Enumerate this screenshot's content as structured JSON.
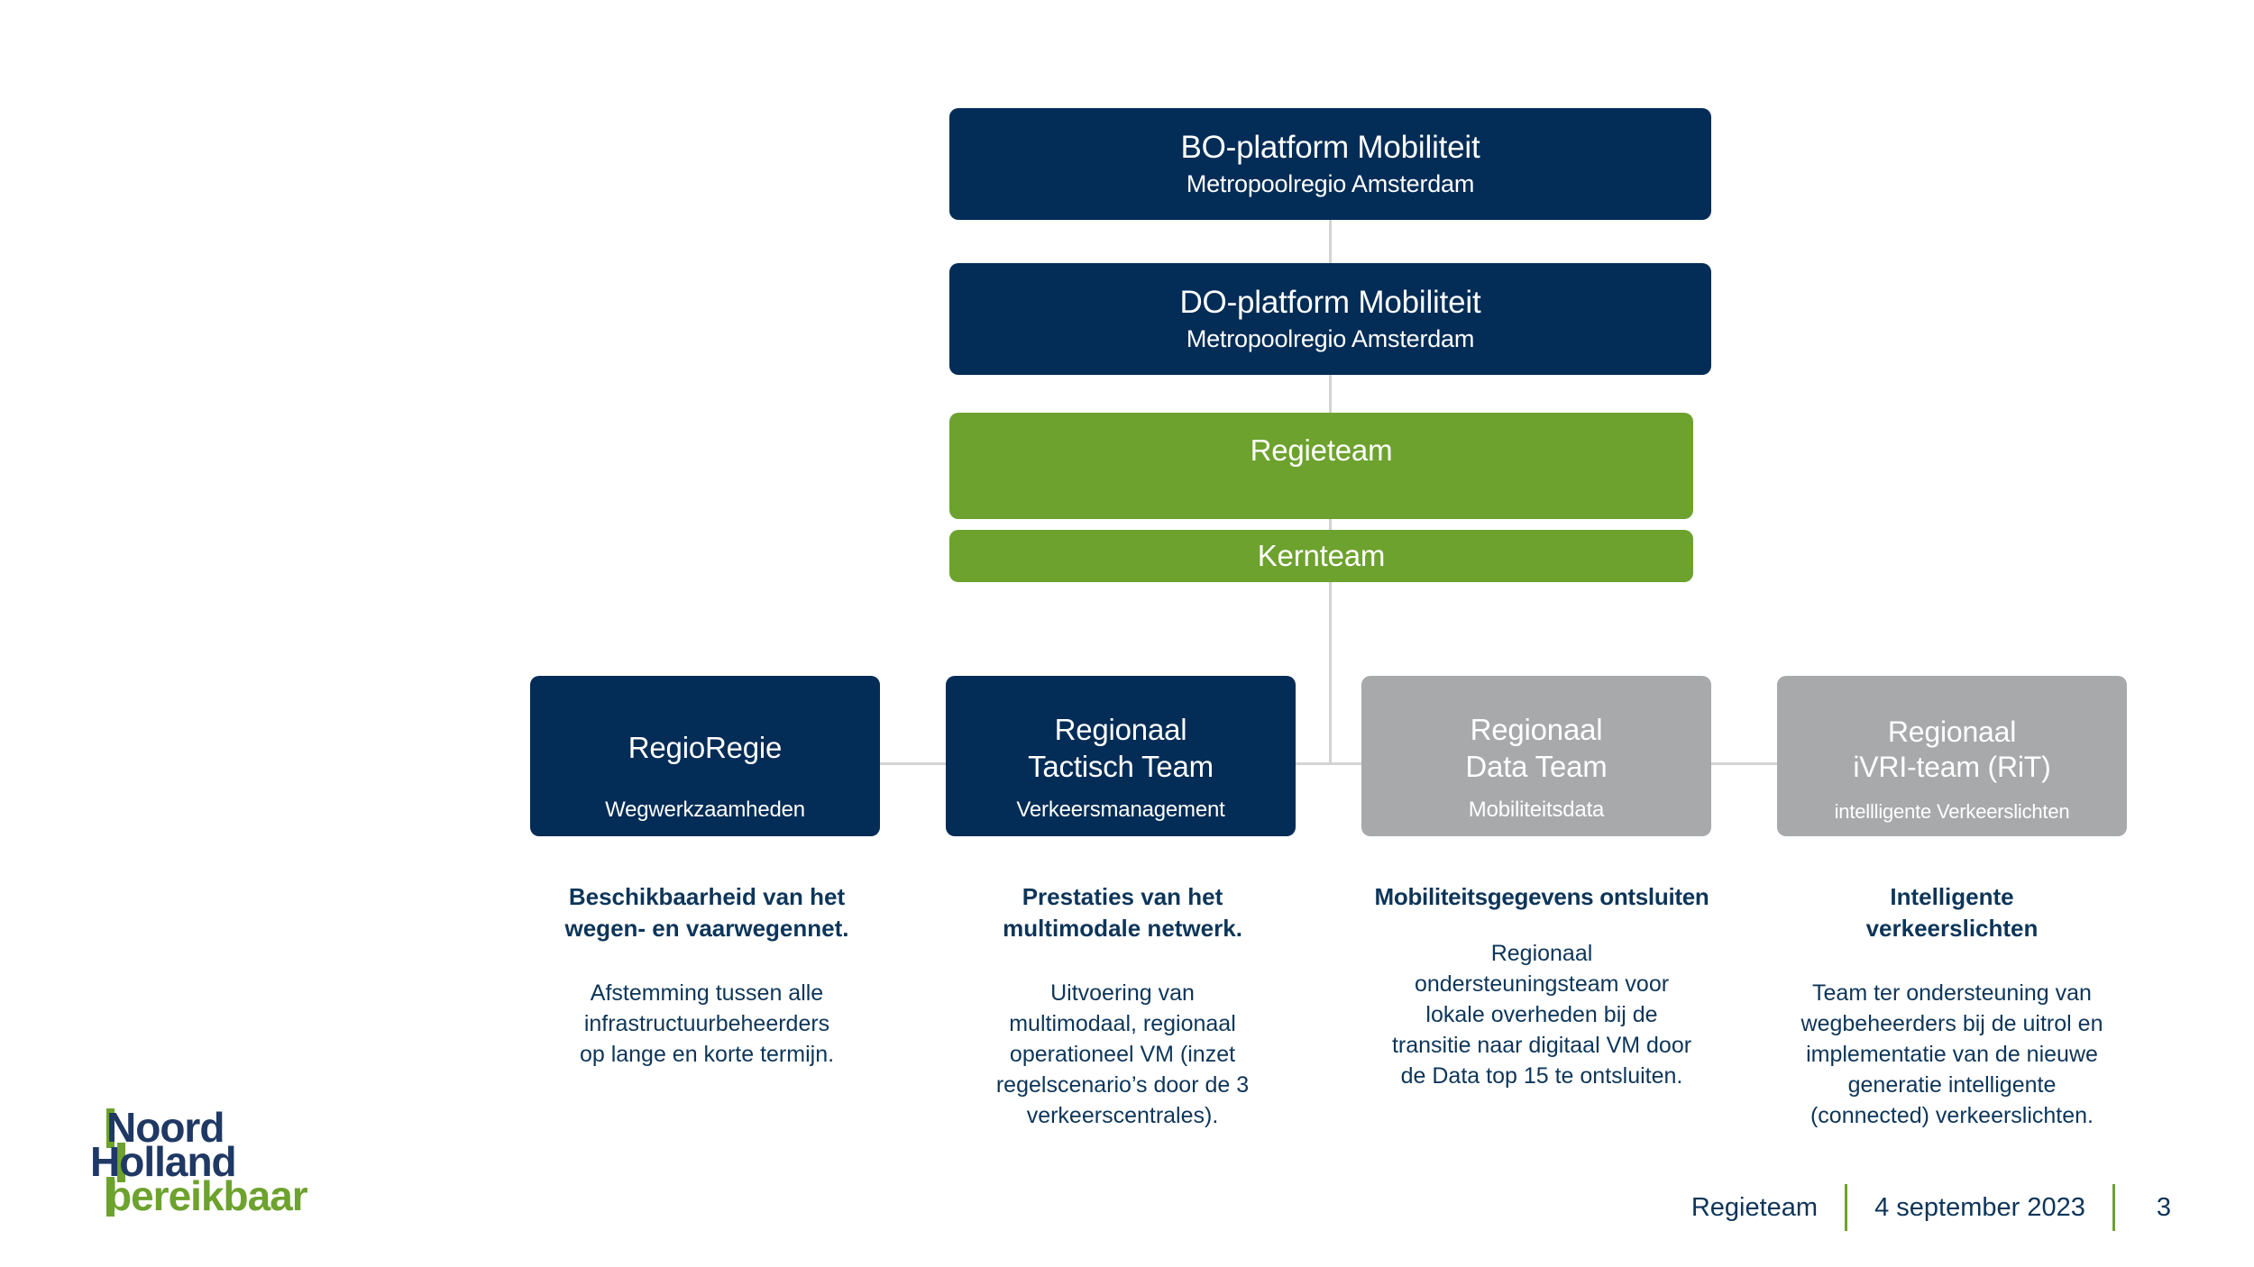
{
  "colors": {
    "navy": "#032c56",
    "green": "#6da22e",
    "grey": "#a7a9ab",
    "connector": "#d4d4d4",
    "text_navy": "#0d3559"
  },
  "chart_data": {
    "type": "diagram",
    "title": "Regieteam organisatiestructuur",
    "nodes": [
      {
        "id": "bo",
        "title": "BO-platform Mobiliteit",
        "subtitle": "Metropoolregio Amsterdam",
        "color": "navy",
        "level": 0
      },
      {
        "id": "do",
        "title": "DO-platform Mobiliteit",
        "subtitle": "Metropoolregio Amsterdam",
        "color": "navy",
        "level": 1
      },
      {
        "id": "regieteam",
        "title": "Regieteam",
        "subtitle": "",
        "color": "green",
        "level": 2
      },
      {
        "id": "kernteam",
        "title": "Kernteam",
        "subtitle": "",
        "color": "green",
        "level": 3
      },
      {
        "id": "regioregie",
        "title": "RegioRegie",
        "subtitle": "Wegwerkzaamheden",
        "color": "navy",
        "level": 4
      },
      {
        "id": "rtt",
        "title": "Regionaal\nTactisch Team",
        "subtitle": "Verkeersmanagement",
        "color": "navy",
        "level": 4
      },
      {
        "id": "rdt",
        "title": "Regionaal\nData Team",
        "subtitle": "Mobiliteitsdata",
        "color": "grey",
        "level": 4
      },
      {
        "id": "rit",
        "title": "Regionaal\niVRI-team (RiT)",
        "subtitle": "intellligente Verkeerslichten",
        "color": "grey",
        "level": 4
      }
    ],
    "edges": [
      {
        "from": "bo",
        "to": "do"
      },
      {
        "from": "do",
        "to": "regieteam"
      },
      {
        "from": "regieteam",
        "to": "kernteam"
      },
      {
        "from": "kernteam",
        "to": "regioregie"
      },
      {
        "from": "kernteam",
        "to": "rtt"
      },
      {
        "from": "kernteam",
        "to": "rdt"
      },
      {
        "from": "kernteam",
        "to": "rit"
      }
    ]
  },
  "nodes": {
    "bo": {
      "title": "BO-platform Mobiliteit",
      "subtitle": "Metropoolregio Amsterdam"
    },
    "do": {
      "title": "DO-platform Mobiliteit",
      "subtitle": "Metropoolregio Amsterdam"
    },
    "regieteam": {
      "title": "Regieteam"
    },
    "kernteam": {
      "title": "Kernteam"
    }
  },
  "leaves": [
    {
      "title": "RegioRegie",
      "subtitle": "Wegwerkzaamheden"
    },
    {
      "title": "Regionaal\nTactisch Team",
      "subtitle": "Verkeersmanagement"
    },
    {
      "title": "Regionaal\nData Team",
      "subtitle": "Mobiliteitsdata"
    },
    {
      "title": "Regionaal\niVRI-team (RiT)",
      "subtitle": "intellligente Verkeerslichten"
    }
  ],
  "descriptions": [
    {
      "head": "Beschikbaarheid van het\nwegen- en vaarwegennet.",
      "body": "Afstemming tussen alle\ninfrastructuurbeheerders\nop lange en korte termijn."
    },
    {
      "head": "Prestaties van het\nmultimodale netwerk.",
      "body": "Uitvoering van\nmultimodaal, regionaal\noperationeel VM (inzet\nregelscenario’s door de 3\nverkeerscentrales)."
    },
    {
      "head": "Mobiliteitsgegevens ontsluiten",
      "body": "Regionaal\nondersteuningsteam voor\nlokale overheden bij de\ntransitie naar digitaal VM door\nde Data top 15 te ontsluiten."
    },
    {
      "head": "Intelligente\nverkeerslichten",
      "body": "Team ter ondersteuning van\nwegbeheerders bij de uitrol en\nimplementatie van de nieuwe\ngeneratie intelligente\n(connected) verkeerslichten."
    }
  ],
  "logo": {
    "line1": "Noord",
    "line2": "Holland",
    "line3": "bereikbaar"
  },
  "footer": {
    "team": "Regieteam",
    "date": "4 september 2023",
    "page": "3"
  }
}
